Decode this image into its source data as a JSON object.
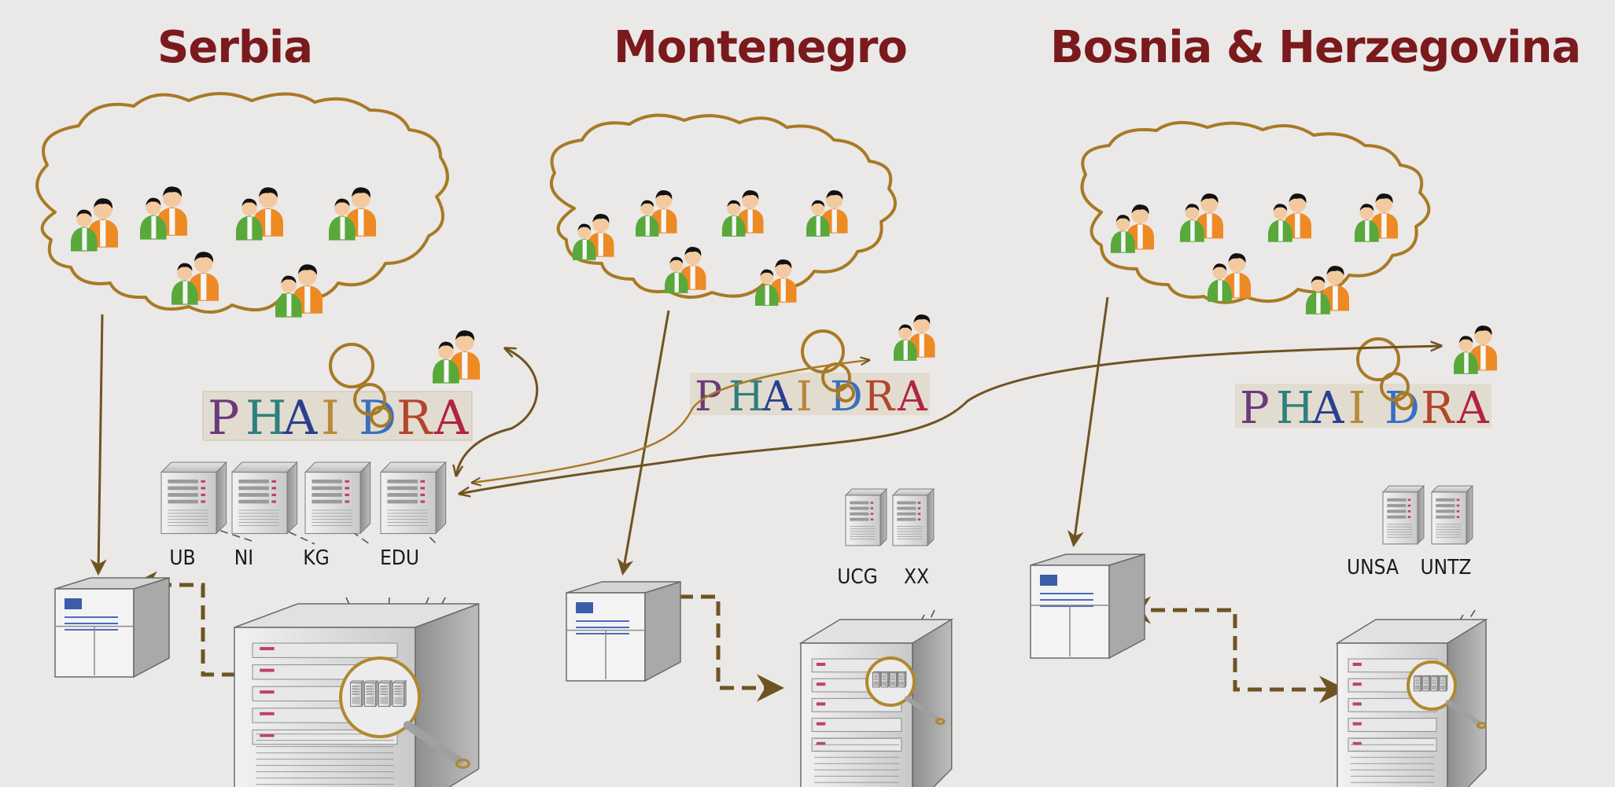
{
  "colors": {
    "title": "#7a1a1c",
    "background": "#ebe8e8",
    "cloud_stroke": "#a87a25",
    "arrow": "#6e5420",
    "logo_letters": [
      "#6a3a7a",
      "#2f7f7f",
      "#2a3f8f",
      "#b8893a",
      "#3a6fbf",
      "#b2462c",
      "#b0243e"
    ]
  },
  "regions": [
    {
      "id": "serbia",
      "title": "Serbia",
      "servers": [
        "UB",
        "NI",
        "KG",
        "EDU"
      ]
    },
    {
      "id": "montenegro",
      "title": "Montenegro",
      "servers": [
        "UCG",
        "XX"
      ]
    },
    {
      "id": "bosnia",
      "title": "Bosnia & Herzegovina",
      "servers": [
        "UNSA",
        "UNTZ"
      ]
    }
  ],
  "logo": {
    "letters": [
      "P",
      "H",
      "A",
      "I",
      "D",
      "R",
      "A"
    ]
  },
  "icons": {
    "users": "users-group-icon",
    "server": "server-tower-icon",
    "magnifier": "magnifier-icon",
    "thought": "thought-bubble-icon"
  }
}
